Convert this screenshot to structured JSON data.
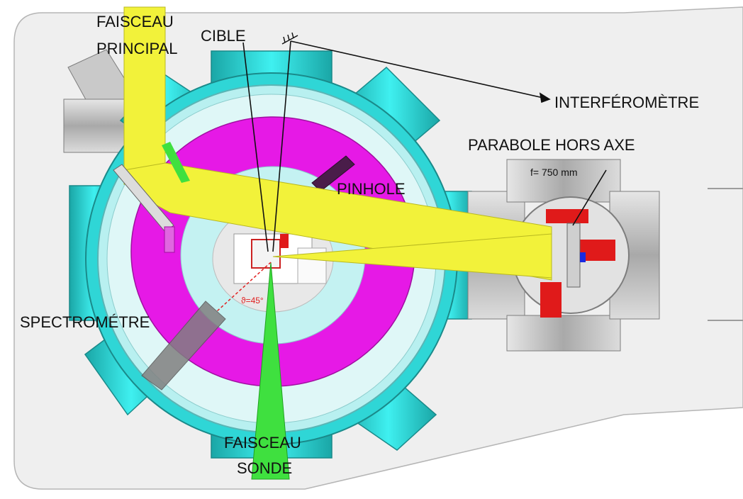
{
  "labels": {
    "main_beam_line1": "FAISCEAU",
    "main_beam_line2": "PRINCIPAL",
    "target": "CIBLE",
    "interferometer": "INTERFÉROMÈTRE",
    "off_axis_parabola": "PARABOLE HORS AXE",
    "focal_length": "f= 750 mm",
    "pinhole": "PINHOLE",
    "spectrometer": "SPECTROMÉTRE",
    "angle": "ϑ=45°",
    "probe_beam_line1": "FAISCEAU",
    "probe_beam_line2": "SONDE"
  },
  "colors": {
    "main_beam": "#f2f23a",
    "probe_beam": "#3fe03f",
    "port_cyan": "#2fd6d6",
    "inner_ring": "#b8f0f0",
    "magenta_disc": "#e619e6",
    "plate": "#eeeeee",
    "red_parts": "#e01a1a",
    "spectrometer": "#808080",
    "angle_text": "#e02020"
  }
}
